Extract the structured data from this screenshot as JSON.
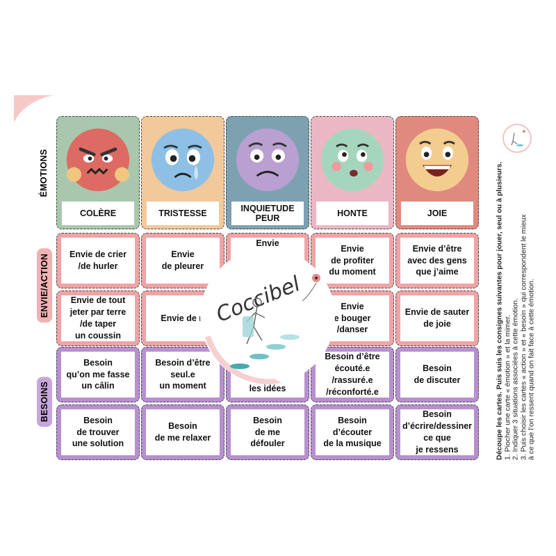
{
  "side_labels": {
    "emotions": "ÉMOTIONS",
    "action": "ENVIE/ACTION",
    "needs": "BESOINS"
  },
  "emotions": [
    {
      "label": "COLÈRE",
      "bg": "#a9c7ad",
      "face": "#dd6a63",
      "icon": "angry-face-icon"
    },
    {
      "label": "TRISTESSE",
      "bg": "#f2c99a",
      "face": "#8ec0e6",
      "icon": "sad-face-icon"
    },
    {
      "label": "INQUIETUDE\nPEUR",
      "bg": "#7ea1b1",
      "face": "#b9a0d1",
      "icon": "worried-face-icon"
    },
    {
      "label": "HONTE",
      "bg": "#ebb7c3",
      "face": "#a5d6bd",
      "icon": "embarrassed-face-icon"
    },
    {
      "label": "JOIE",
      "bg": "#e08a7f",
      "face": "#f3cd8e",
      "icon": "happy-face-icon"
    }
  ],
  "actions_row1": [
    "Envie de crier\n/de hurler",
    "Envie\nde pleurer",
    "Envie",
    "Envie\nde profiter\ndu moment",
    "Envie d’être\navec des gens\nque j’aime"
  ],
  "actions_row2": [
    "Envie de tout\njeter par terre\n/de taper\nun coussin",
    "Envie de ri",
    "",
    "Envie\ne bouger\n/danser",
    "Envie de sauter\nde joie"
  ],
  "needs_row1": [
    "Besoin\nqu’on me fasse\nun câlin",
    "Besoin d’être\nseul.e\nun moment",
    "de                \nles idées",
    "Besoin d’être\nécouté.e\n/rassuré.e\n/réconforté.e",
    "Besoin\nde discuter"
  ],
  "needs_row2": [
    "Besoin\nde trouver\nune solution",
    "Besoin\nde me relaxer",
    "Besoin\nde me\ndéfouler",
    "Besoin\nd’écouter\nde la musique",
    "Besoin\nd’écrire/dessiner\nce que\nje ressens"
  ],
  "watermark_text": "Coccibel",
  "instructions": {
    "title": "Découpe les cartes. Puis suis les consignes suivantes pour jouer, seul ou à plusieurs.",
    "steps": [
      "1. Piocher une carte « émotion » et la mimer.",
      "2. Indiquer 3 situations associées à cette émotion.",
      "3. Puis choisir les cartes « action » et « besoin » qui correspondent le mieux",
      "à ce que l’on ressent quand on fait face à cette émotion."
    ]
  },
  "colors": {
    "action": "#efa4a6",
    "needs": "#b790cf",
    "corner": "#f6c9c7"
  }
}
